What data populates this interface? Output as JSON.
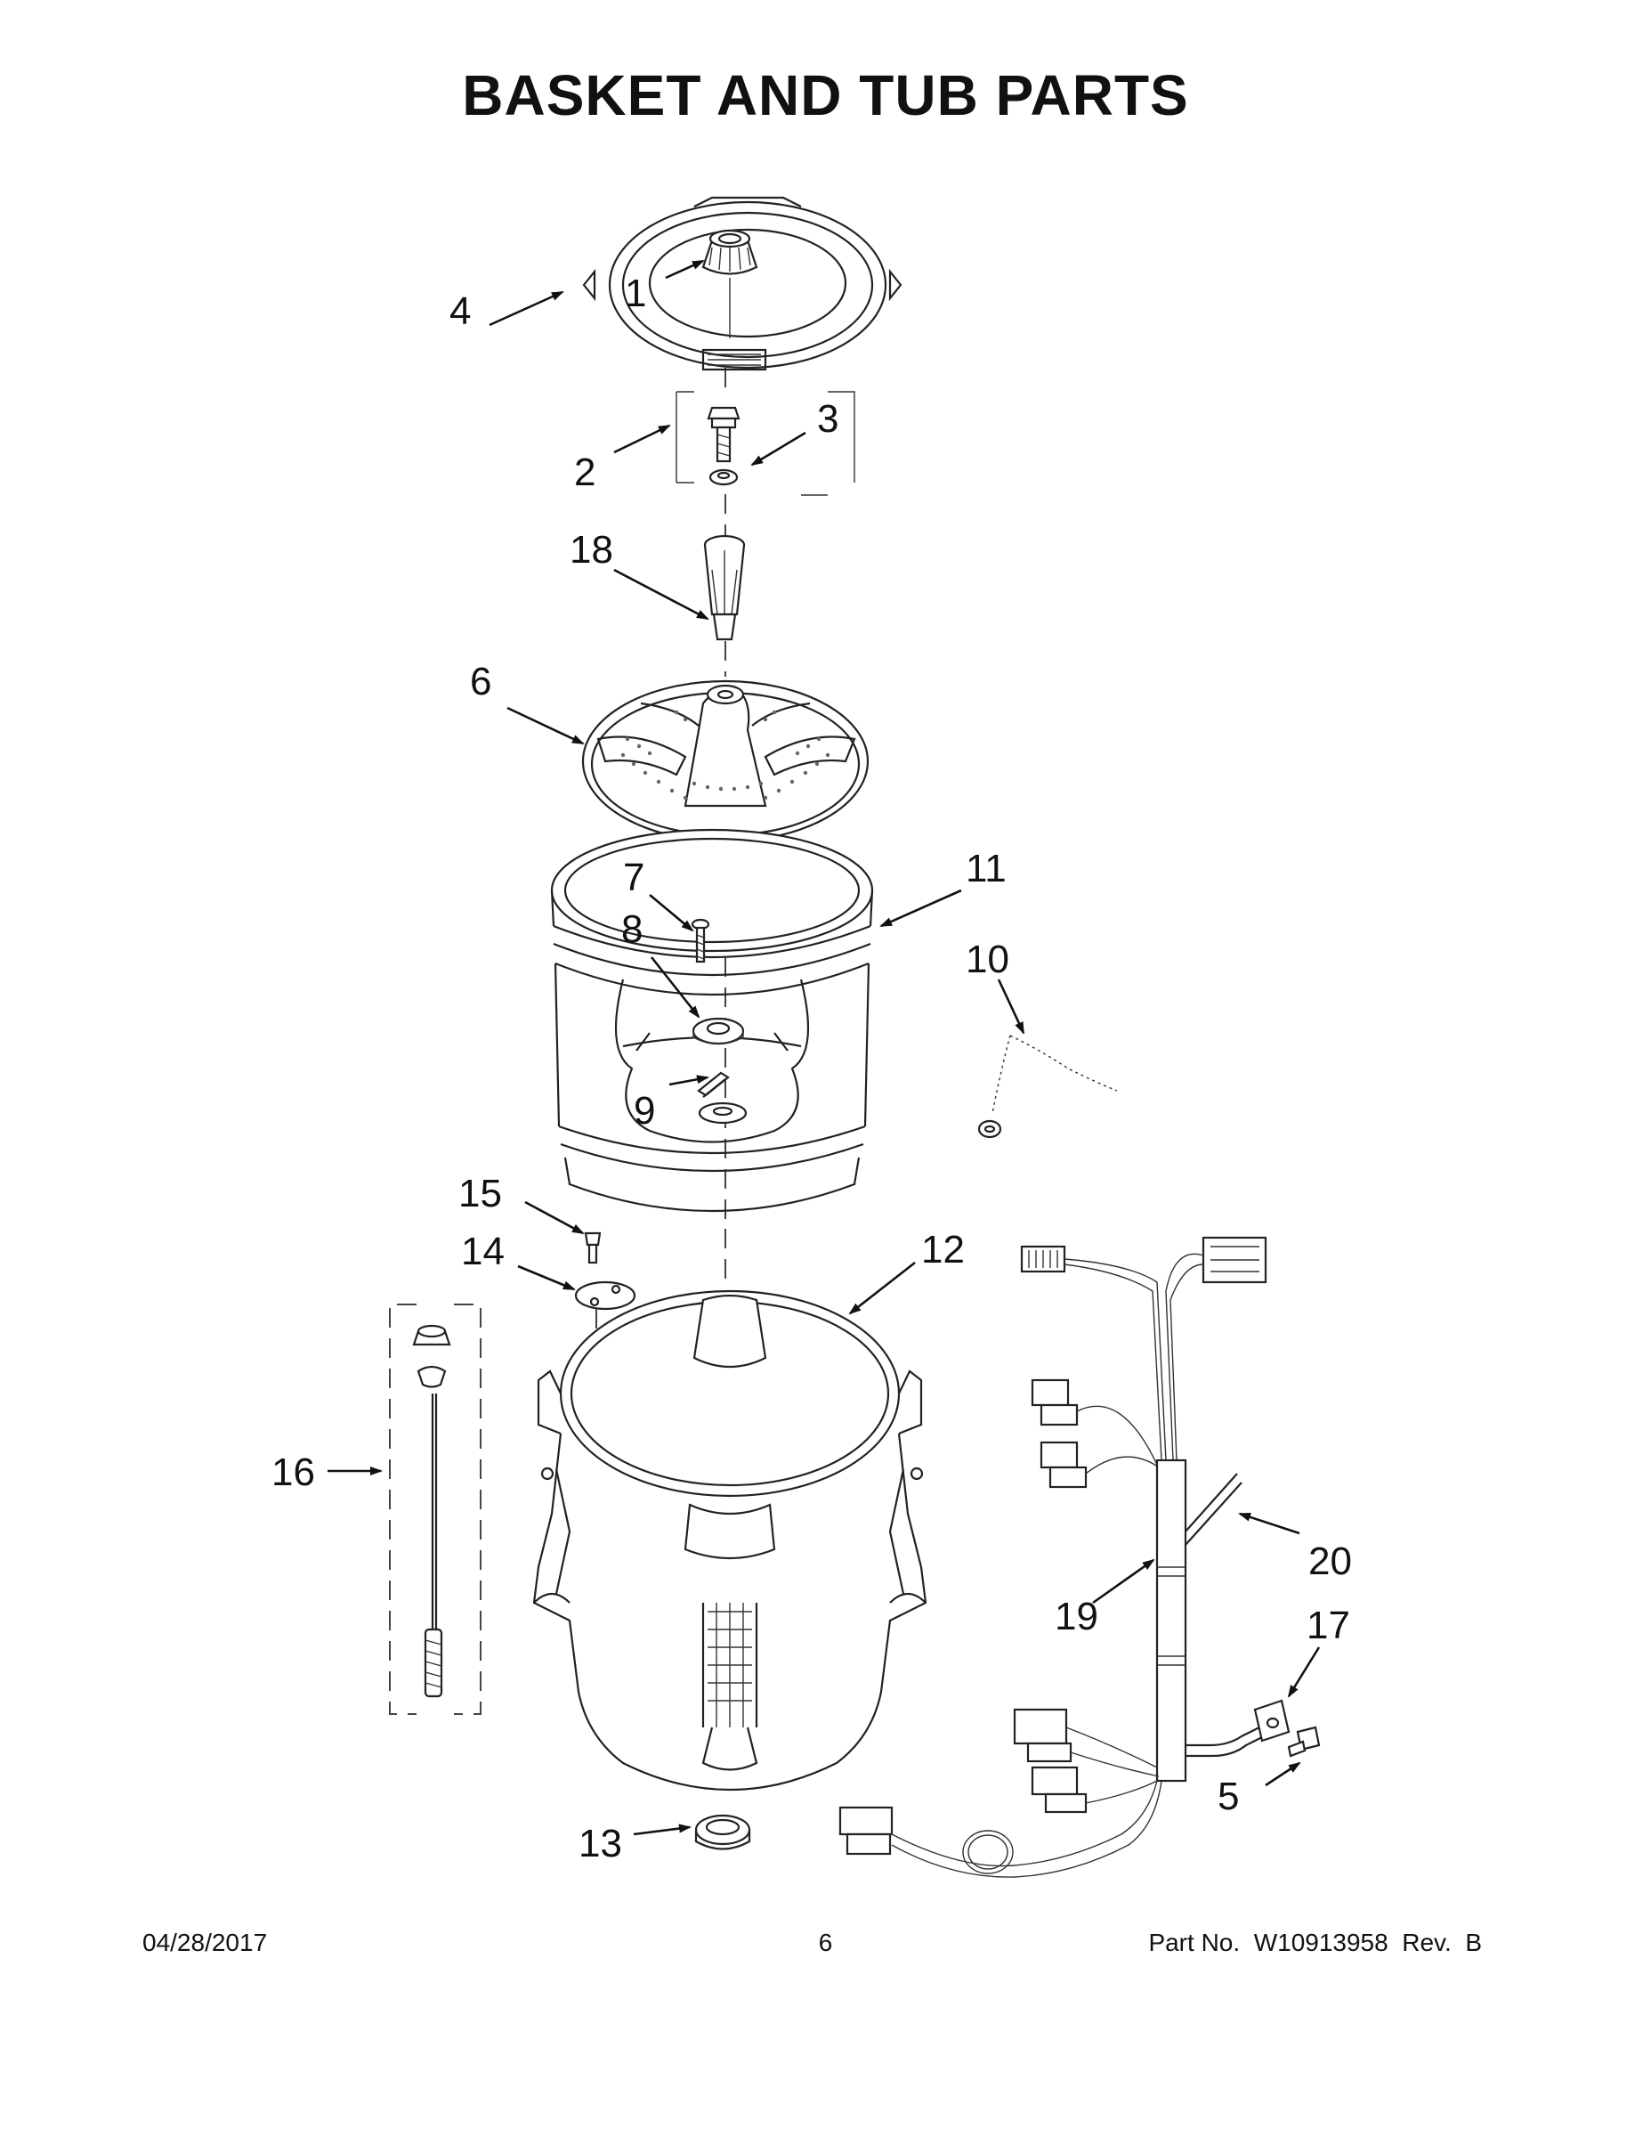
{
  "title": "BASKET AND TUB PARTS",
  "callouts": [
    {
      "id": "1",
      "label": "1"
    },
    {
      "id": "2",
      "label": "2"
    },
    {
      "id": "3",
      "label": "3"
    },
    {
      "id": "4",
      "label": "4"
    },
    {
      "id": "5",
      "label": "5"
    },
    {
      "id": "6",
      "label": "6"
    },
    {
      "id": "7",
      "label": "7"
    },
    {
      "id": "8",
      "label": "8"
    },
    {
      "id": "9",
      "label": "9"
    },
    {
      "id": "10",
      "label": "10"
    },
    {
      "id": "11",
      "label": "11"
    },
    {
      "id": "12",
      "label": "12"
    },
    {
      "id": "13",
      "label": "13"
    },
    {
      "id": "14",
      "label": "14"
    },
    {
      "id": "15",
      "label": "15"
    },
    {
      "id": "16",
      "label": "16"
    },
    {
      "id": "17",
      "label": "17"
    },
    {
      "id": "18",
      "label": "18"
    },
    {
      "id": "19",
      "label": "19"
    },
    {
      "id": "20",
      "label": "20"
    }
  ],
  "footer": {
    "date": "04/28/2017",
    "page": "6",
    "part_number": "Part No.  W10913958  Rev.  B"
  }
}
